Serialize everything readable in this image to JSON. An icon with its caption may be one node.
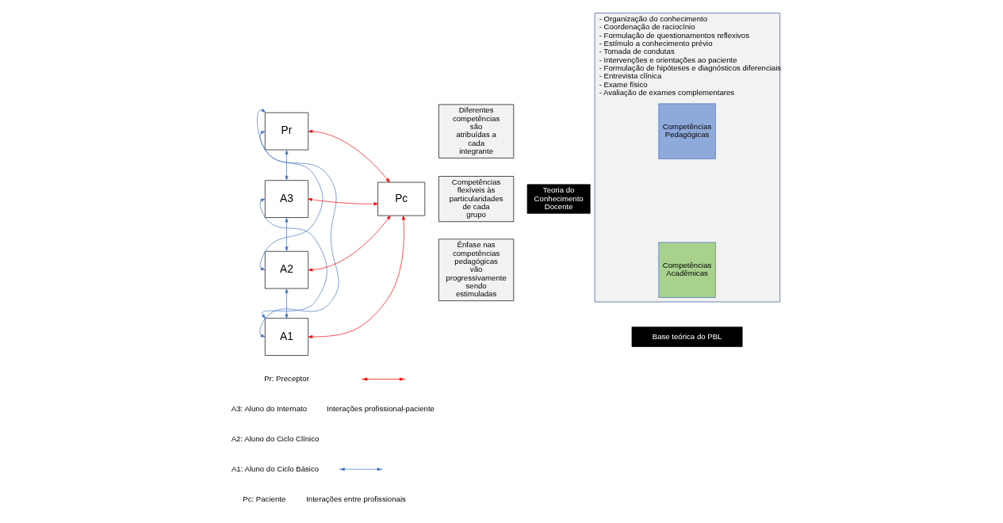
{
  "diagram": {
    "nodes": [
      {
        "text": [
          "Pr"
        ]
      },
      {
        "text": [
          "A3"
        ]
      },
      {
        "text": [
          "A2"
        ]
      },
      {
        "text": [
          "A1"
        ]
      },
      {
        "text": [
          "- Organização do conhecimento",
          "- Coordenação de raciocínio",
          "- Formulação de questionamentos reflexivos",
          "- Estímulo a conhecimento prévio",
          "- Tomada de condutas",
          "- Intervenções e orientações ao paciente",
          "- Formulação de hipóteses e diagnósticos diferenciais",
          "- Entrevista clínica",
          "- Exame físico",
          "- Avaliação de exames complementares"
        ]
      },
      {
        "text": [
          "Competências Pedagógicas"
        ],
        "in": 4
      },
      {
        "text": [
          "Competências Acadêmicas"
        ],
        "in": 4
      },
      {
        "text": [
          "Base teórica do PBL"
        ]
      },
      {
        "text": [
          "Pc"
        ]
      },
      {
        "text": [
          "Diferentes competências são atribuídas a cada integrante"
        ]
      },
      {
        "text": [
          "Competências flexíveis às particularidades de cada grupo"
        ]
      },
      {
        "text": [
          "Ênfase nas competências pedagógicas vão progressivamente sendo estimuladas"
        ]
      },
      {
        "text": [
          "Teoria do Conhecimento Docente"
        ]
      }
    ],
    "edges": [
      {
        "from": 0,
        "to": 1,
        "arrow": "both"
      },
      {
        "from": 1,
        "to": 2,
        "arrow": "both"
      },
      {
        "from": 2,
        "to": 3,
        "arrow": "both"
      },
      {
        "from": 0,
        "to": 2,
        "arrow": "both"
      },
      {
        "from": 0,
        "to": 3,
        "arrow": "both"
      },
      {
        "from": 1,
        "to": 3,
        "arrow": "both"
      },
      {
        "from": 0,
        "to": 8,
        "arrow": "both",
        "color": "#ff0000"
      },
      {
        "from": 1,
        "to": 8,
        "arrow": "both",
        "color": "#ff0000"
      },
      {
        "from": 2,
        "to": 8,
        "arrow": "both",
        "color": "#ff0000"
      },
      {
        "from": 3,
        "to": 8,
        "arrow": "both",
        "color": "#ff0000"
      }
    ],
    "labels": [
      "Pr: Preceptor",
      "A3: Aluno do Internato",
      "A2: Aluno do Ciclo Clínico",
      "A1: Aluno do Ciclo Básico",
      "Pc: Paciente"
    ],
    "legend": [
      {
        "text": "Interações profissional-paciente"
      },
      {
        "text": "Interações entre profissionais"
      }
    ]
  }
}
